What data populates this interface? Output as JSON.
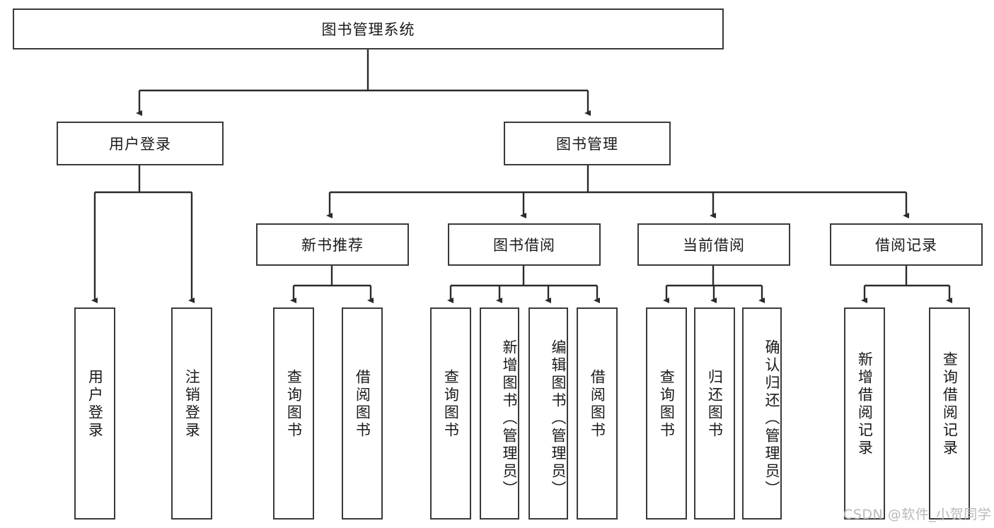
{
  "diagram": {
    "type": "tree",
    "title": "图书管理系统",
    "root": {
      "label": "图书管理系统",
      "children": [
        {
          "label": "用户登录",
          "children": [
            {
              "label": "用户登录"
            },
            {
              "label": "注销登录"
            }
          ]
        },
        {
          "label": "图书管理",
          "children": [
            {
              "label": "新书推荐",
              "children": [
                {
                  "label": "查询图书"
                },
                {
                  "label": "借阅图书"
                }
              ]
            },
            {
              "label": "图书借阅",
              "children": [
                {
                  "label": "查询图书"
                },
                {
                  "label": "新增图书（管理员）"
                },
                {
                  "label": "编辑图书（管理员）"
                },
                {
                  "label": "借阅图书"
                }
              ]
            },
            {
              "label": "当前借阅",
              "children": [
                {
                  "label": "查询图书"
                },
                {
                  "label": "归还图书"
                },
                {
                  "label": "确认归还（管理员）"
                }
              ]
            },
            {
              "label": "借阅记录",
              "children": [
                {
                  "label": "新增借阅记录"
                },
                {
                  "label": "查询借阅记录"
                }
              ]
            }
          ]
        }
      ]
    }
  },
  "nodes": {
    "root": "图书管理系统",
    "l1_user_login": "用户登录",
    "l1_book_manage": "图书管理",
    "l2_new_book_rec": "新书推荐",
    "l2_book_borrow": "图书借阅",
    "l2_current_borrow": "当前借阅",
    "l2_borrow_record": "借阅记录",
    "leaf_user_login": "用户登录",
    "leaf_user_logout": "注销登录",
    "leaf_rec_query": "查询图书",
    "leaf_rec_borrow": "借阅图书",
    "leaf_borrow_query": "查询图书",
    "leaf_borrow_add": "新增图书（管理员）",
    "leaf_borrow_edit": "编辑图书（管理员）",
    "leaf_borrow_borrow": "借阅图书",
    "leaf_cur_query": "查询图书",
    "leaf_cur_return": "归还图书",
    "leaf_cur_confirm": "确认归还（管理员）",
    "leaf_rec_add": "新增借阅记录",
    "leaf_rec_query2": "查询借阅记录"
  },
  "watermark": {
    "text": "CSDN @软件_小贺同学"
  },
  "style": {
    "box_border": "#3a3a3a",
    "box_fill": "#ffffff",
    "line": "#2b2b2b",
    "text": "#1a1a1a",
    "watermark_color": "#b9b9b9"
  }
}
